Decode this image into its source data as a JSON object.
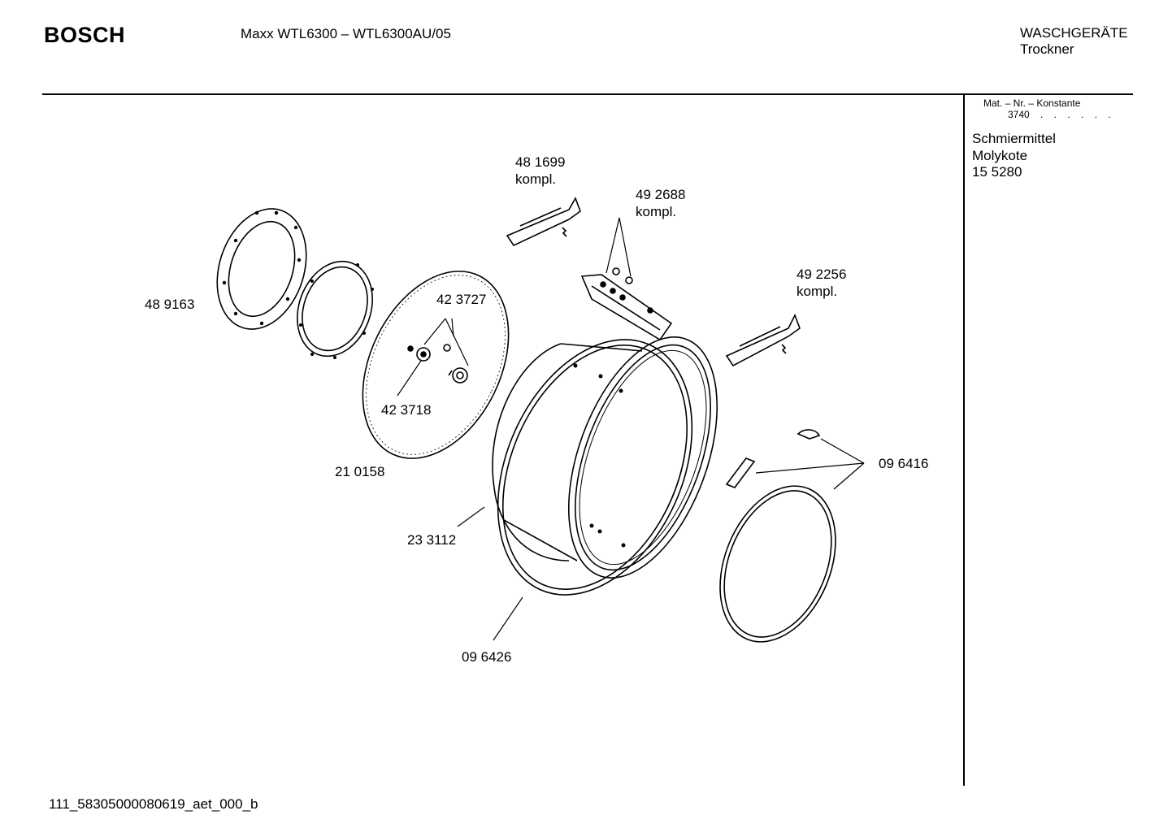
{
  "header": {
    "brand": "BOSCH",
    "model": "Maxx WTL6300 –  WTL6300AU/05",
    "category_line1": "WASCHGERÄTE",
    "category_line2": "Trockner"
  },
  "sidebar": {
    "mat_header": "Mat. – Nr. – Konstante",
    "constant": "3740",
    "dots": ". . . . . .",
    "lubricant": [
      "Schmiermittel",
      "Molykote",
      "15 5280"
    ]
  },
  "parts": [
    {
      "number": "48 1699",
      "note": "kompl."
    },
    {
      "number": "49 2688",
      "note": "kompl."
    },
    {
      "number": "49 2256",
      "note": "kompl."
    },
    {
      "number": "48 9163",
      "note": ""
    },
    {
      "number": "42 3727",
      "note": ""
    },
    {
      "number": "42 3718",
      "note": ""
    },
    {
      "number": "21 0158",
      "note": ""
    },
    {
      "number": "23 3112",
      "note": ""
    },
    {
      "number": "09 6416",
      "note": ""
    },
    {
      "number": "09 6426",
      "note": ""
    }
  ],
  "footer": {
    "drawing_id": "111_58305000080619_aet_000_b"
  }
}
